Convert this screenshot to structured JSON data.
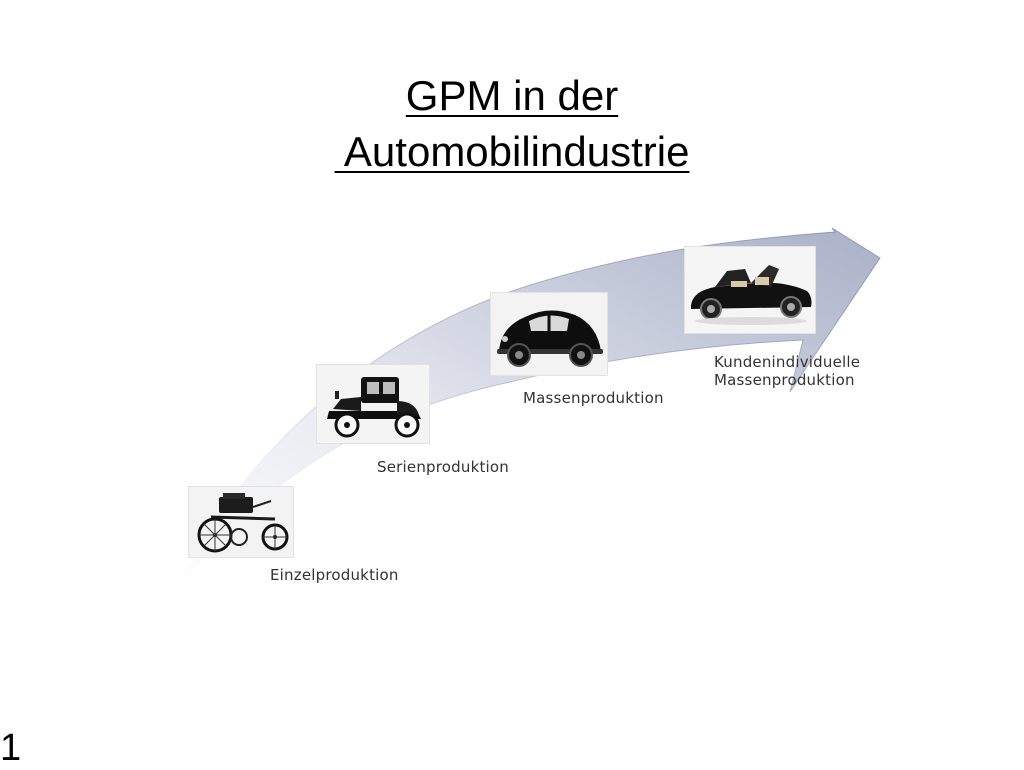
{
  "slide": {
    "title_line1": "GPM in der",
    "title_line2": " Automobilindustrie",
    "page_number": "1"
  },
  "diagram": {
    "stages": [
      {
        "label": "Einzelproduktion",
        "image": "veteran-motorwagen-photo"
      },
      {
        "label": "Serienproduktion",
        "image": "model-t-style-car-photo"
      },
      {
        "label": "Massenproduktion",
        "image": "beetle-car-photo"
      },
      {
        "label": "Kundenindividuelle\nMassenproduktion",
        "image": "modern-roadster-photo"
      }
    ]
  },
  "colors": {
    "arrow_light": "#ffffff",
    "arrow_dark": "#a9b0c7",
    "label_text": "#333333",
    "title_text": "#000000"
  }
}
